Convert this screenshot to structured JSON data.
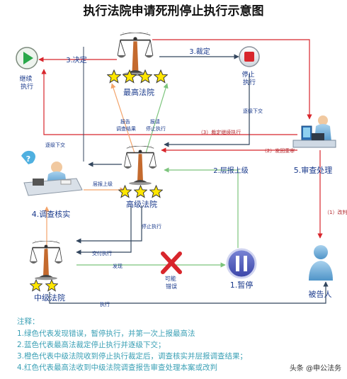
{
  "title": "执行法院申请死刑停止执行示意图",
  "nodes": {
    "continue": "继续\n执行",
    "supreme_court": "最高法院",
    "stop": "停止\n执行",
    "review": "5.审查处理",
    "investigate": "4.调查核实",
    "high_court": "高级法院",
    "intermediate_court": "中级法院",
    "pause": "1.暂停",
    "defendant": "被告人",
    "possible_error": "可能\n错误"
  },
  "edges": {
    "decide": "3.决定",
    "ruling": "3.裁定",
    "report_up": "2.层报上级",
    "escalate_down_1": "逐级下交",
    "escalate_down_2": "逐级下交",
    "report_up_small": "层报上级",
    "report_result": "报告\n调查结果",
    "report_stop": "报请\n停止执行",
    "stop_execution": "停止执行",
    "deliver_execution": "交付执行",
    "discover": "发现",
    "execute": "执行",
    "r3": "（3）裁定继续执行",
    "r2": "（2）发回重审",
    "r1": "（1）改判"
  },
  "notes": {
    "heading": "注释：",
    "lines": [
      "1.绿色代表发现错误，暂停执行，并第一次上报最高法",
      "2.蓝色代表最高法裁定停止执行并逐级下交；",
      "3.橙色代表中级法院收到停止执行裁定后，调查核实并层报调查结果；",
      "4.红色代表最高法收到中级法院调查报告审查处理本案或改判"
    ]
  },
  "watermark": "头条 @申公法务",
  "colors": {
    "green": "#7cc47c",
    "blue": "#33465e",
    "orange": "#f3a36a",
    "red": "#d8262c",
    "label": "#1a3a8c",
    "note": "#3aa0b5",
    "star": "#ffe600"
  }
}
